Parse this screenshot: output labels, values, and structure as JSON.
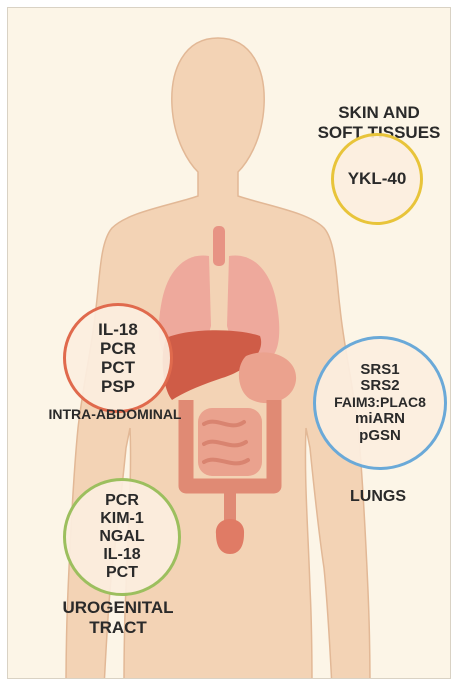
{
  "regions": {
    "skin": {
      "label_line1": "SKIN AND",
      "label_line2": "SOFT TISSUES",
      "ring_color": "#e8c43a",
      "markers": [
        "YKL-40"
      ]
    },
    "intra_abdominal": {
      "label": "INTRA-ABDOMINAL",
      "ring_color": "#e06a4d",
      "markers": [
        "IL-18",
        "PCR",
        "PCT",
        "PSP"
      ]
    },
    "lungs": {
      "label": "LUNGS",
      "ring_color": "#6aa9d8",
      "markers": [
        "SRS1",
        "SRS2",
        "FAIM3:PLAC8",
        "miARN",
        "pGSN"
      ]
    },
    "urogenital": {
      "label_line1": "UROGENITAL",
      "label_line2": "TRACT",
      "ring_color": "#9cbf5e",
      "markers": [
        "PCR",
        "KIM-1",
        "NGAL",
        "IL-18",
        "PCT"
      ]
    }
  },
  "colors": {
    "background": "#fcf5e7",
    "body": "#f3d3b5",
    "lungs": "#eea99c",
    "liver": "#cf5c47",
    "intestine": "#e89a86"
  },
  "icons": [
    "human-body-silhouette",
    "lungs-organ",
    "liver-organ",
    "stomach-organ",
    "intestine-organ",
    "bladder-organ"
  ]
}
